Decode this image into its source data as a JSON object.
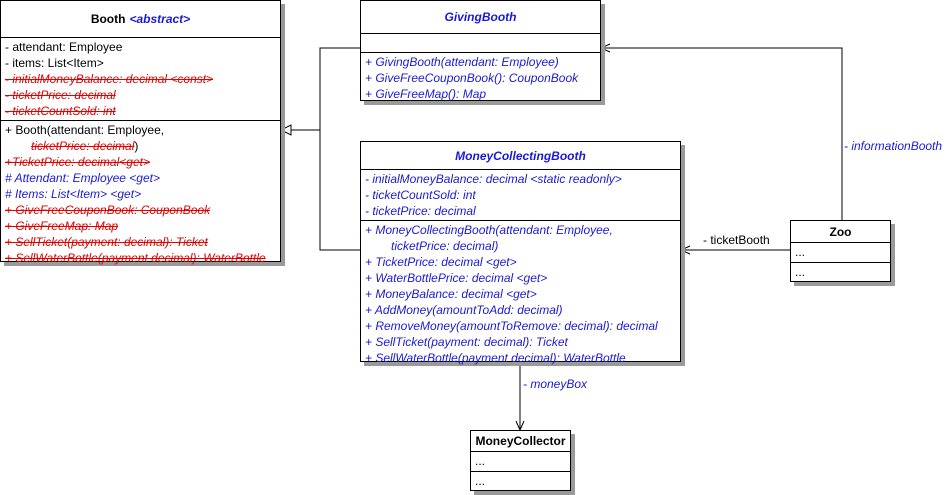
{
  "booth": {
    "name": "Booth",
    "stereotype": "<abstract>",
    "attributes": [
      {
        "text": "- attendant: Employee",
        "style": "black"
      },
      {
        "text": "- items: List<Item>",
        "style": "black"
      },
      {
        "text": "- initialMoneyBalance: decimal <const>",
        "style": "red"
      },
      {
        "text": "- ticketPrice: decimal",
        "style": "red"
      },
      {
        "text": "- ticketCountSold: int",
        "style": "red"
      }
    ],
    "operations": [
      {
        "text": "+ Booth(attendant: Employee,",
        "style": "black"
      },
      {
        "text": "ticketPrice: decimal)",
        "style": "mixed"
      },
      {
        "text": "+TicketPrice: decimal<get>",
        "style": "red"
      },
      {
        "text": "# Attendant: Employee <get>",
        "style": "blue"
      },
      {
        "text": "# Items: List<Item> <get>",
        "style": "blue"
      },
      {
        "text": "+ GiveFreeCouponBook: CouponBook",
        "style": "red"
      },
      {
        "text": "+ GiveFreeMap: Map",
        "style": "red"
      },
      {
        "text": "+ SellTicket(payment: decimal): Ticket",
        "style": "red"
      },
      {
        "text": "+ SellWaterBottle(payment decimal): WaterBottle",
        "style": "red"
      }
    ]
  },
  "givingBooth": {
    "name": "GivingBooth",
    "operations": [
      "+ GivingBooth(attendant: Employee)",
      "+ GiveFreeCouponBook(): CouponBook",
      "+ GiveFreeMap(): Map"
    ]
  },
  "moneyCollectingBooth": {
    "name": "MoneyCollectingBooth",
    "attributes": [
      "- initialMoneyBalance: decimal <static readonly>",
      "- ticketCountSold: int",
      "- ticketPrice: decimal"
    ],
    "operations": [
      "+ MoneyCollectingBooth(attendant: Employee,",
      "ticketPrice: decimal)",
      "+ TicketPrice: decimal <get>",
      "+ WaterBottlePrice: decimal <get>",
      "+ MoneyBalance: decimal <get>",
      "+ AddMoney(amountToAdd: decimal)",
      "+ RemoveMoney(amountToRemove: decimal): decimal",
      "+ SellTicket(payment: decimal): Ticket",
      "+ SellWaterBottle(payment decimal): WaterBottle"
    ]
  },
  "zoo": {
    "name": "Zoo",
    "attributes": "...",
    "operations": "..."
  },
  "moneyCollector": {
    "name": "MoneyCollector",
    "attributes": "...",
    "operations": "..."
  },
  "associations": {
    "informationBooth": "- informationBooth",
    "ticketBooth": "- ticketBooth",
    "moneyBox": "- moneyBox"
  }
}
